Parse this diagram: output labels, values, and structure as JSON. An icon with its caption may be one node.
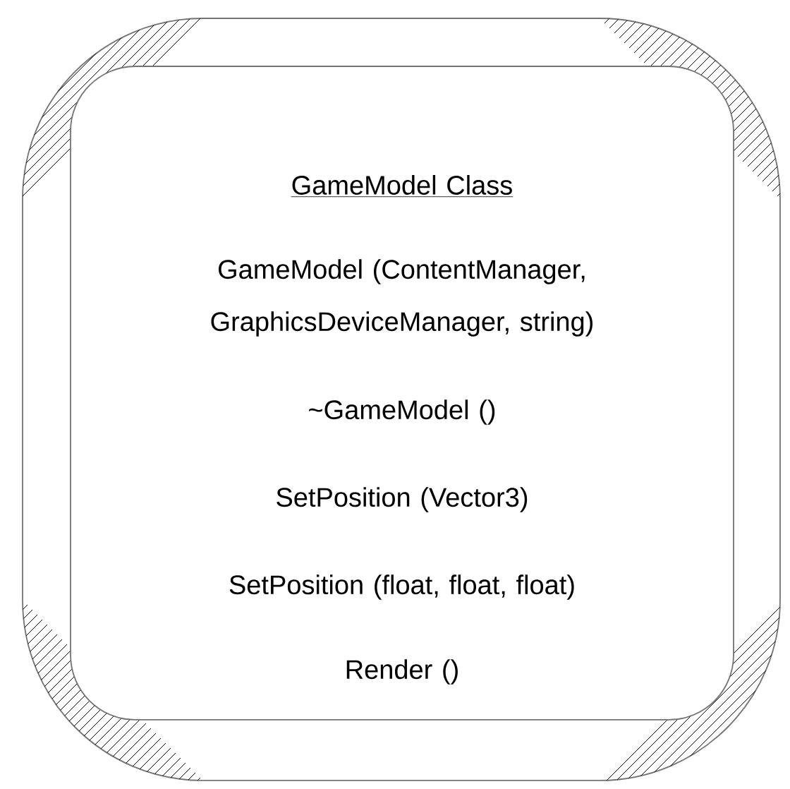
{
  "diagram": {
    "nodes": [
      {
        "text": [
          "GameModel Class",
          "GameModel (ContentManager, GraphicsDeviceManager, string)",
          "~GameModel ()",
          "SetPosition (Vector3)",
          "SetPosition (float, float, float)",
          "Render ()"
        ]
      }
    ]
  }
}
